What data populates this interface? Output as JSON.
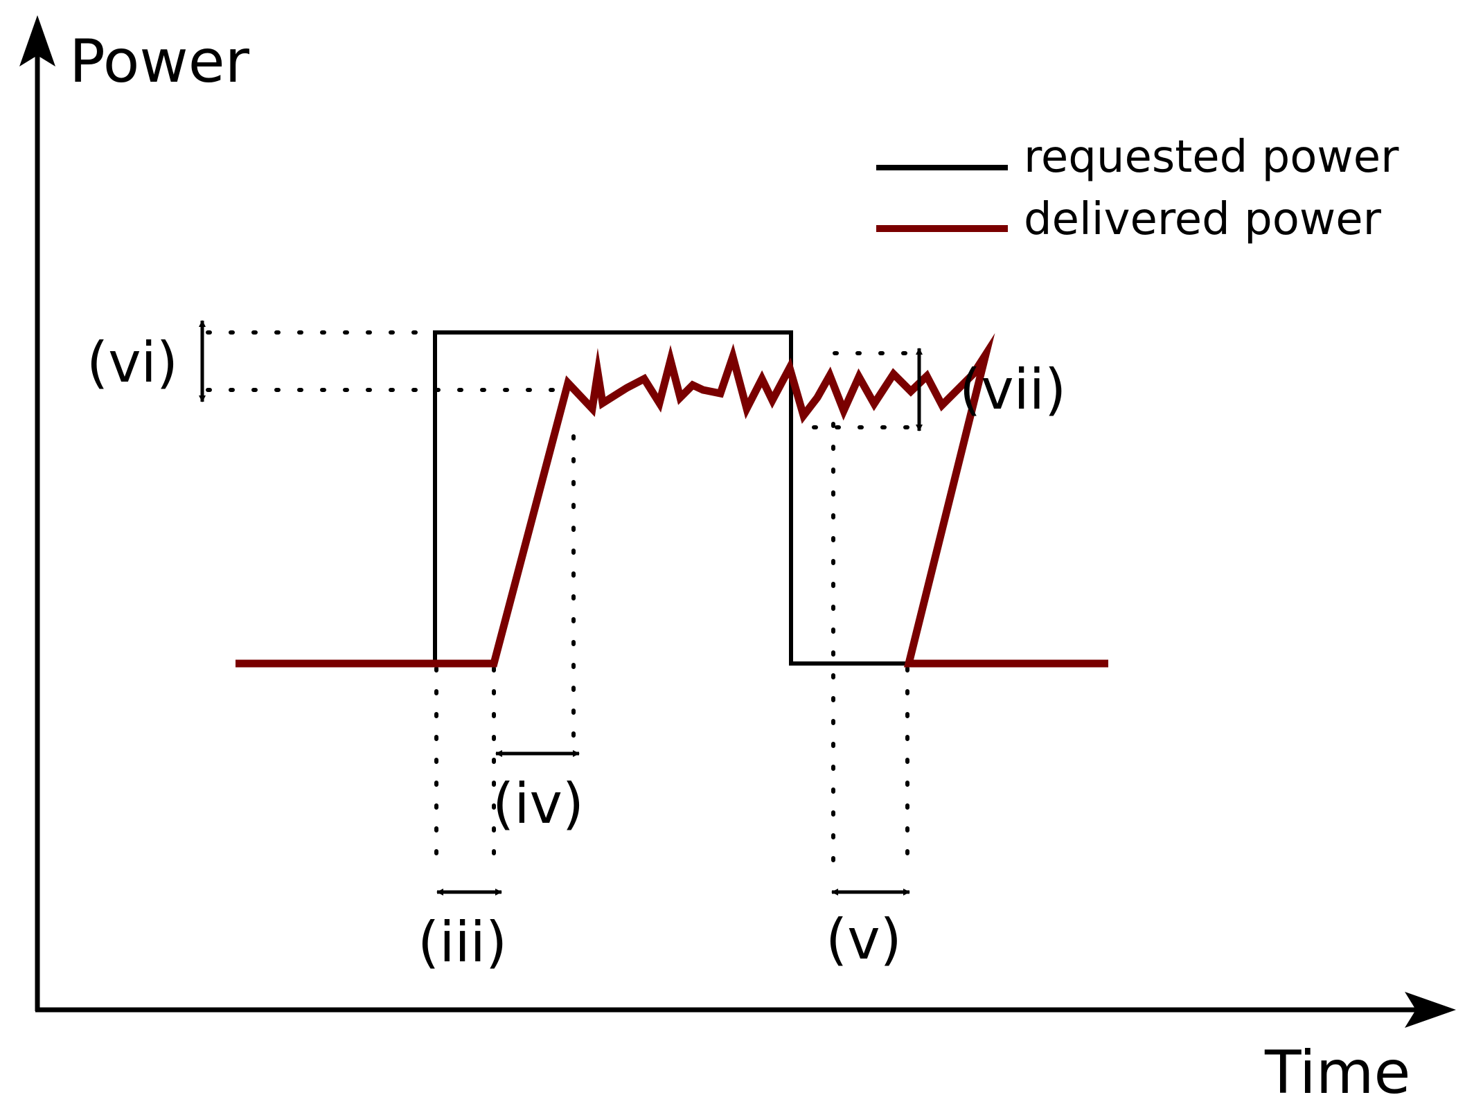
{
  "axes": {
    "y_label": "Power",
    "x_label": "Time"
  },
  "legend": [
    {
      "label": "requested power",
      "color": "#000000"
    },
    {
      "label": "delivered power",
      "color": "#7a0000"
    }
  ],
  "annotations": {
    "iii": "(iii)",
    "iv": "(iv)",
    "v": "(v)",
    "vi": "(vi)",
    "vii": "(vii)"
  },
  "colors": {
    "requested": "#000000",
    "delivered": "#7a0000",
    "axis": "#000000"
  }
}
